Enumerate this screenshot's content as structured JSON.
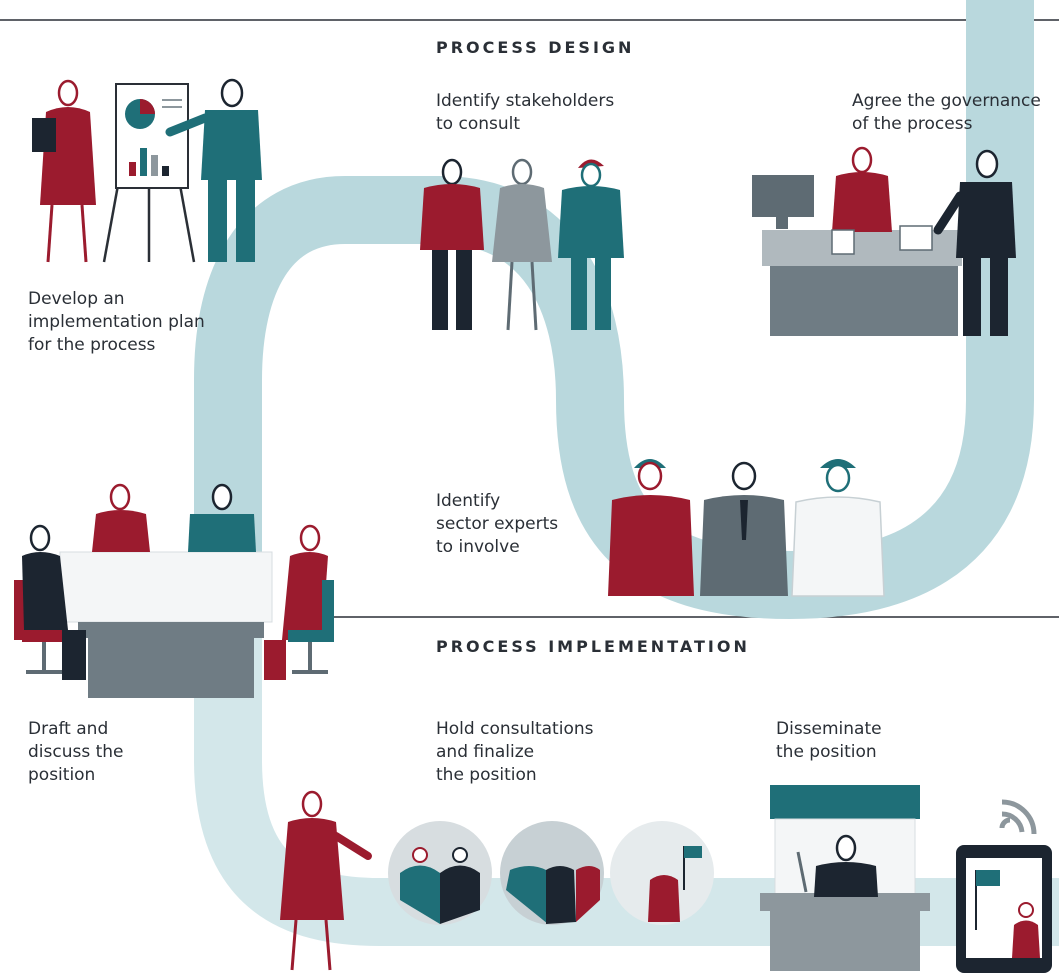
{
  "sections": {
    "design_title": "PROCESS DESIGN",
    "implementation_title": "PROCESS IMPLEMENTATION"
  },
  "steps": {
    "implementation_plan": "Develop an\nimplementation plan\nfor the process",
    "stakeholders": "Identify stakeholders\nto consult",
    "governance": "Agree the governance\nof the process",
    "sector_experts": "Identify\nsector experts\nto involve",
    "draft": "Draft and\ndiscuss the\nposition",
    "consultations": "Hold consultations\nand finalize\nthe position",
    "disseminate": "Disseminate\nthe position"
  },
  "colors": {
    "path": "#b9d8dd",
    "path_light": "#d3e7ea",
    "red": "#9b1b2e",
    "teal": "#1f6f78",
    "navy": "#1c2530",
    "gray": "#5e6b73",
    "light_gray": "#8d979d",
    "desk": "#6f7c84",
    "text": "#2a2f36"
  },
  "icons": [
    "flipchart-icon",
    "person-icon",
    "desk-icon",
    "computer-monitor-icon",
    "hard-hat-icon",
    "office-chair-icon",
    "wifi-signal-icon",
    "tablet-icon",
    "microphone-icon",
    "booth-icon",
    "flag-icon",
    "crowd-circle-icon"
  ]
}
